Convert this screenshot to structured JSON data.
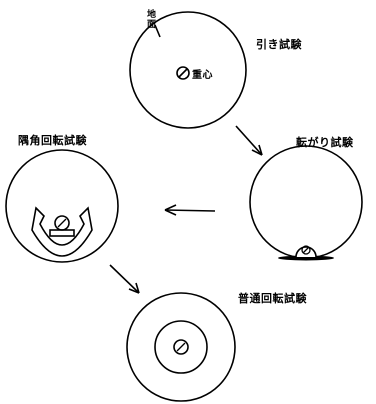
{
  "labels": {
    "step1": "引き試験",
    "step2": "転がり試験",
    "step3": "隅角回転試験",
    "step4": "普通回転試験",
    "corner": "地 面"
  },
  "markers": {
    "ball_top": "⊘",
    "ball_top_text": "重心"
  },
  "colors": {
    "ink": "#000000",
    "background": "#ffffff"
  }
}
